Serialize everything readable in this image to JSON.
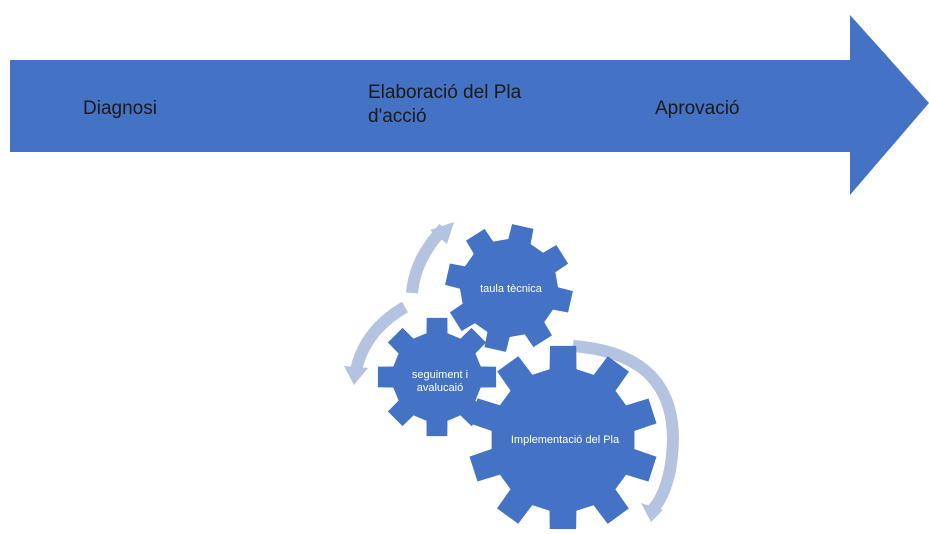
{
  "colors": {
    "arrow_fill": "#4472C4",
    "gear_fill": "#4472C4",
    "cycle_arrow": "#B4C3E0",
    "text_dark": "#1a1a1a",
    "text_light": "#ffffff"
  },
  "process_arrow": {
    "steps": [
      "Diagnosi",
      "Elaboració del Pla d'acció",
      "Aprovació"
    ]
  },
  "gears": {
    "top": {
      "label": "taula tècnica"
    },
    "left": {
      "label": "seguiment i avalucaió"
    },
    "bottom": {
      "label": "Implementació del Pla"
    }
  }
}
